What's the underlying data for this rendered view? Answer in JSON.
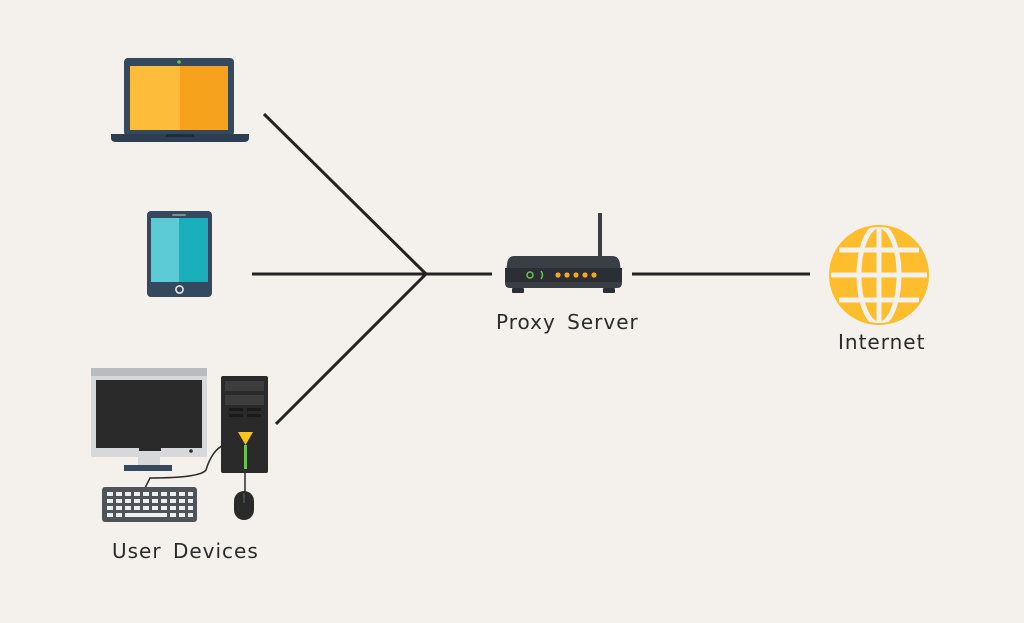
{
  "labels": {
    "proxy_server": "Proxy Server",
    "internet": "Internet",
    "user_devices": "User Devices"
  },
  "colors": {
    "background": "#f4f0ec",
    "line": "#232323",
    "globe": "#fdbd2c",
    "router_body": "#3a3f45",
    "router_led": "#f5a623",
    "power_led": "#6cc24a",
    "laptop_screen_left": "#fdbd3a",
    "laptop_screen_right": "#f7a21d",
    "device_frame": "#34495e",
    "tablet_screen_left": "#5ccbd6",
    "tablet_screen_right": "#1ab0bb",
    "monitor_screen": "#2a2a2a",
    "monitor_frame": "#d7d8da",
    "tower_accent": "#f5c518"
  },
  "icons": {
    "laptop": "laptop-icon",
    "tablet": "tablet-icon",
    "desktop": "desktop-computer-icon",
    "keyboard": "keyboard-icon",
    "mouse": "mouse-icon",
    "router": "router-icon",
    "globe": "globe-icon"
  }
}
